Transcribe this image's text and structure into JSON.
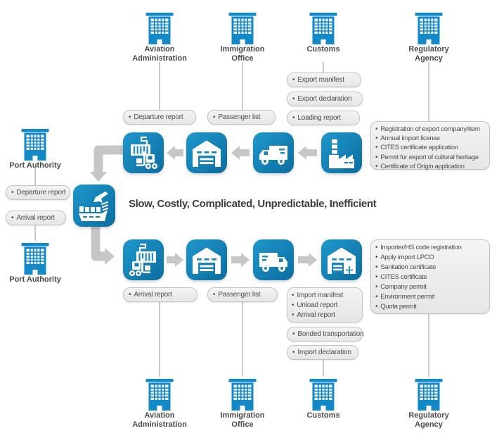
{
  "headline": "Slow, Costly, Complicated, Unpredictable, Inefficient",
  "agencies": {
    "aviation": "Aviation Administration",
    "immigration": "Immigration Office",
    "customs": "Customs",
    "regulatory": "Regulatory Agency",
    "port": "Port Authority"
  },
  "export_flow": {
    "aviation_doc": "Departure report",
    "immigration_doc": "Passenger list",
    "customs_docs": [
      "Export manifest",
      "Export declaration",
      "Loading report"
    ],
    "regulatory_docs": [
      "Registration of export company/item",
      "Annual import license",
      "CITES certificate application",
      "Permit for export of cultural heritage",
      "Certificate of Origin application"
    ],
    "port_doc": "Departure report"
  },
  "import_flow": {
    "port_doc": "Arrival report",
    "aviation_doc": "Arrival report",
    "immigration_doc": "Passenger list",
    "customs_group_docs": [
      "Import manifest",
      "Unload report",
      "Arrival report"
    ],
    "customs_docs": [
      "Bonded transportation",
      "Import declaration"
    ],
    "regulatory_docs": [
      "Importer/HS code registration",
      "Apply import LPCO",
      "Sanitation certificate",
      "CITES certificate",
      "Company permit",
      "Environment permit",
      "Quota permit"
    ]
  },
  "icons": {
    "agency_building": "office-building",
    "hub": "cargo-ship-and-plane",
    "export_chain": [
      "factory",
      "truck",
      "warehouse",
      "forklift-container"
    ],
    "import_chain": [
      "forklift-container",
      "warehouse",
      "truck",
      "warehouse-goods"
    ]
  },
  "colors": {
    "building_blue": "#1489c7",
    "tile_gradient_start": "#1f97cd",
    "tile_gradient_end": "#0c6d9e",
    "arrow_gray": "#c6c6c6",
    "line_gray": "#cccccc",
    "box_fill": "#ededed",
    "box_border": "#c3c3c3",
    "text_dark": "#3e3e3e",
    "box_text": "#4d4d4d"
  }
}
